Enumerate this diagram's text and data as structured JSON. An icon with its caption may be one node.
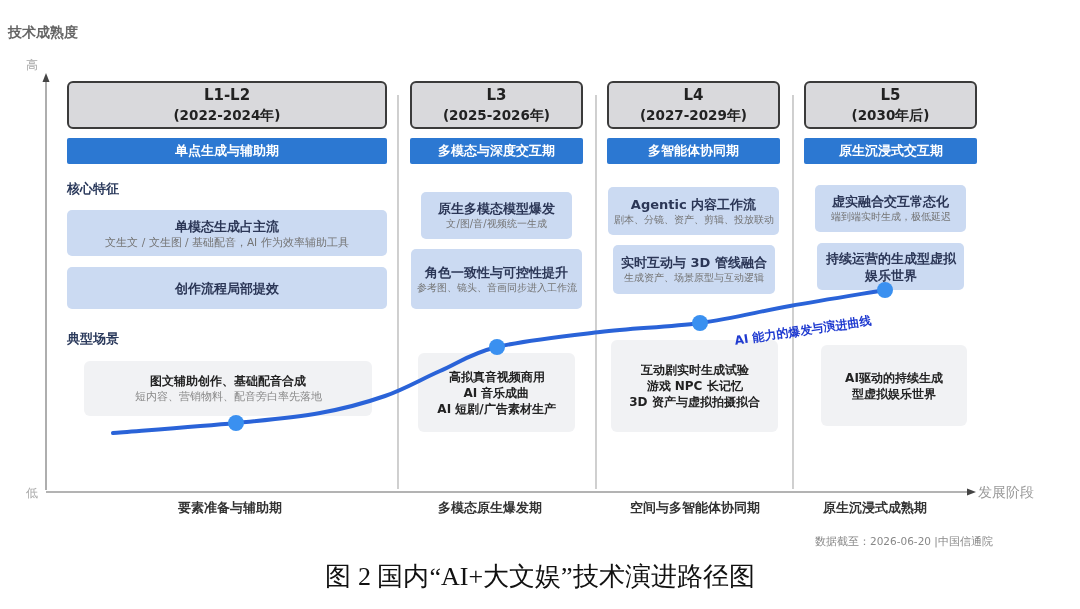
{
  "diagram": {
    "caption": "图 2 国内“AI+大文娱”技术演进路径图",
    "nodes": [
      {
        "text": [
          "L1-L2",
          "(2022-2024年)"
        ]
      },
      {
        "text": [
          "单点生成与辅助期"
        ]
      },
      {
        "text": [
          "单模态生成占主流",
          "文生文 / 文生图 / 基础配音，AI 作为效率辅助工具"
        ]
      },
      {
        "text": [
          "创作流程局部提效"
        ]
      },
      {
        "text": [
          "图文辅助创作、基础配音合成",
          "短内容、营销物料、配音旁白率先落地"
        ]
      },
      {
        "text": [
          "L3",
          "(2025-2026年)"
        ]
      },
      {
        "text": [
          "多模态与深度交互期"
        ]
      },
      {
        "text": [
          "原生多模态模型爆发",
          "文/图/音/视频统一生成"
        ]
      },
      {
        "text": [
          "角色一致性与可控性提升",
          "参考图、镜头、音画同步进入工作流"
        ]
      },
      {
        "text": [
          "高拟真音视频商用",
          "AI 音乐成曲",
          "AI 短剧/广告素材生产"
        ]
      },
      {
        "text": [
          "L4",
          "(2027-2029年)"
        ]
      },
      {
        "text": [
          "多智能体协同期"
        ]
      },
      {
        "text": [
          "Agentic 内容工作流",
          "剧本、分镜、资产、剪辑、投放联动"
        ]
      },
      {
        "text": [
          "实时互动与 3D 管线融合",
          "生成资产、场景原型与互动逻辑"
        ]
      },
      {
        "text": [
          "互动剧实时生成试验",
          "游戏 NPC 长记忆",
          "3D 资产与虚拟拍摄拟合"
        ]
      },
      {
        "text": [
          "L5",
          "(2030年后)"
        ]
      },
      {
        "text": [
          "原生沉浸式交互期"
        ]
      },
      {
        "text": [
          "虚实融合交互常态化",
          "端到端实时生成，极低延迟"
        ]
      },
      {
        "text": [
          "持续运营的生成型虚拟娱乐世界"
        ]
      },
      {
        "text": [
          "AI驱动的持续生成型虚拟娱乐世界"
        ]
      }
    ],
    "labels": [
      "技术成熟度",
      "高",
      "核心特征",
      "典型场景",
      "AI 能力的爆发与演进曲线",
      "低",
      "发展阶段",
      "要素准备与辅助期",
      "多模态原生爆发期",
      "空间与多智能体协同期",
      "原生沉浸式成熟期",
      "数据截至：2026-06-20 |中国信通院"
    ]
  }
}
